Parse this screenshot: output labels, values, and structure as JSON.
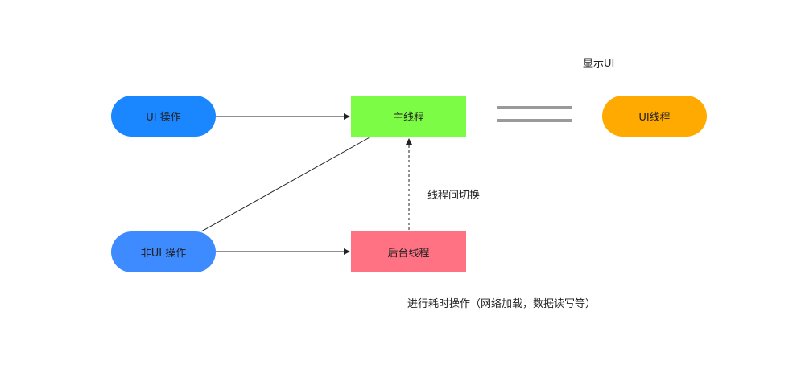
{
  "nodes": {
    "ui_op": {
      "label": "UI 操作",
      "color": "#1a86ff"
    },
    "non_ui_op": {
      "label": "非UI 操作",
      "color": "#3d8bff"
    },
    "main_thread": {
      "label": "主线程",
      "color": "#7dfc45"
    },
    "bg_thread": {
      "label": "后台线程",
      "color": "#ff7283"
    },
    "ui_thread": {
      "label": "UI线程",
      "color": "#ffaa00"
    }
  },
  "labels": {
    "show_ui": "显示UI",
    "thread_switch": "线程间切换",
    "time_consuming": "进行耗时操作（网络加载，数据读写等）"
  },
  "colors": {
    "line": "#222222",
    "equals": "#9a9a9a"
  }
}
